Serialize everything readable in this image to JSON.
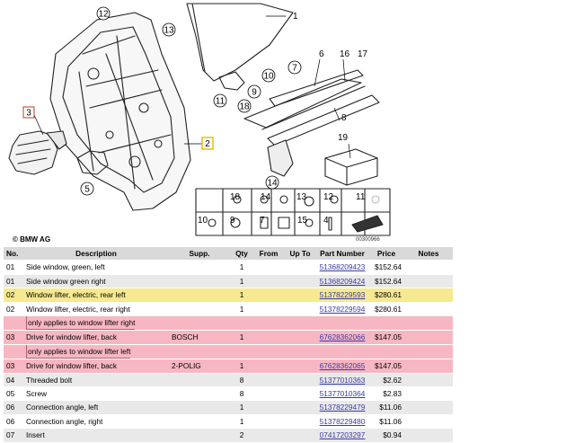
{
  "diagram": {
    "callouts": [
      "12",
      "13",
      "1",
      "10",
      "7",
      "6",
      "16",
      "17",
      "11",
      "9",
      "18",
      "8",
      "3",
      "2",
      "19",
      "5",
      "14",
      "18",
      "14",
      "13",
      "12",
      "11",
      "10",
      "9",
      "7",
      "15",
      "4"
    ],
    "copyright": "© BMW AG",
    "diagram_id": "00300966"
  },
  "table": {
    "headers": {
      "no": "No.",
      "description": "Description",
      "supp": "Supp.",
      "qty": "Qty",
      "from": "From",
      "up_to": "Up To",
      "part_number": "Part Number",
      "price": "Price",
      "notes": "Notes"
    },
    "rows": [
      {
        "no": "01",
        "description": "Side window, green, left",
        "supp": "",
        "qty": "1",
        "part_number": "51368209423",
        "price": "$152.64"
      },
      {
        "no": "01",
        "description": "Side window green right",
        "supp": "",
        "qty": "1",
        "part_number": "51368209424",
        "price": "$152.64"
      },
      {
        "no": "02",
        "description": "Window lifter, electric, rear left",
        "supp": "",
        "qty": "1",
        "part_number": "51378229593",
        "price": "$280.61"
      },
      {
        "no": "02",
        "description": "Window lifter, electric, rear right",
        "supp": "",
        "qty": "1",
        "part_number": "51378229594",
        "price": "$280.61"
      },
      {
        "note": "only applies to window lifter right"
      },
      {
        "no": "03",
        "description": "Drive for window lifter, back",
        "supp": "BOSCH",
        "qty": "1",
        "part_number": "67628362066",
        "price": "$147.05"
      },
      {
        "note": "only applies to window lifter left"
      },
      {
        "no": "03",
        "description": "Drive for window lifter, back",
        "supp": "2-POLIG",
        "qty": "1",
        "part_number": "67628362065",
        "price": "$147.05"
      },
      {
        "no": "04",
        "description": "Threaded bolt",
        "supp": "",
        "qty": "8",
        "part_number": "51377010363",
        "price": "$2.62"
      },
      {
        "no": "05",
        "description": "Screw",
        "supp": "",
        "qty": "8",
        "part_number": "51377010364",
        "price": "$2.83"
      },
      {
        "no": "06",
        "description": "Connection angle, left",
        "supp": "",
        "qty": "1",
        "part_number": "51378229479",
        "price": "$11.06"
      },
      {
        "no": "06",
        "description": "Connection angle, right",
        "supp": "",
        "qty": "1",
        "part_number": "51378229480",
        "price": "$11.06"
      },
      {
        "no": "07",
        "description": "Insert",
        "supp": "",
        "qty": "2",
        "part_number": "07417203297",
        "price": "$0.94"
      }
    ]
  }
}
